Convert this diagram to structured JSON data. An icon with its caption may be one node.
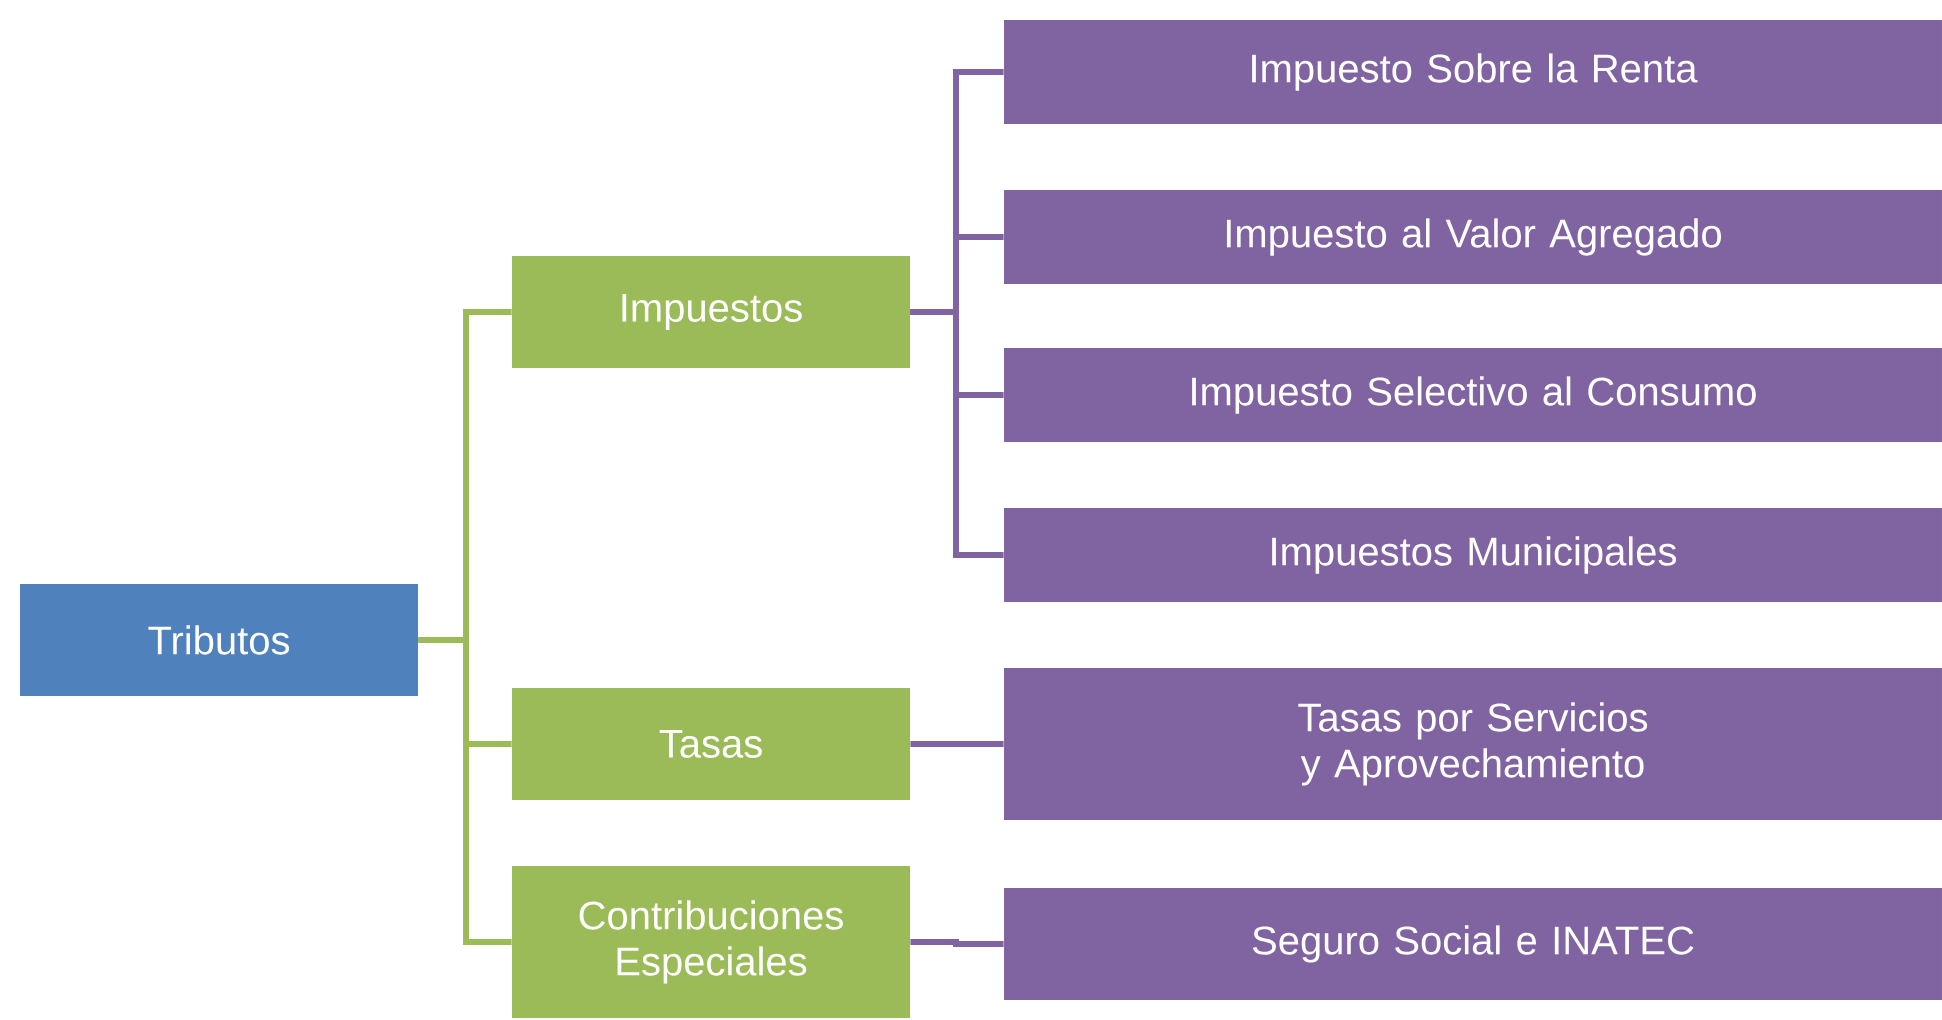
{
  "diagram": {
    "nodes": [
      {
        "text": [
          "Tributos"
        ]
      },
      {
        "text": [
          "Impuestos"
        ]
      },
      {
        "text": [
          "Tasas"
        ]
      },
      {
        "text": [
          "Contribuciones Especiales"
        ]
      },
      {
        "text": [
          "Impuesto Sobre la Renta"
        ]
      },
      {
        "text": [
          "Impuesto al Valor Agregado"
        ]
      },
      {
        "text": [
          "Impuesto Selectivo al Consumo"
        ]
      },
      {
        "text": [
          "Impuestos Municipales"
        ]
      },
      {
        "text": [
          "Tasas por Servicios y Aprovechamiento"
        ]
      },
      {
        "text": [
          "Seguro Social e INATEC"
        ]
      }
    ],
    "edges": [
      {
        "from": 0,
        "to": 1,
        "arrow": "none",
        "color": "#9bbb59"
      },
      {
        "from": 0,
        "to": 2,
        "arrow": "none",
        "color": "#9bbb59"
      },
      {
        "from": 0,
        "to": 3,
        "arrow": "none",
        "color": "#9bbb59"
      },
      {
        "from": 1,
        "to": 4,
        "arrow": "none"
      },
      {
        "from": 1,
        "to": 5,
        "arrow": "none"
      },
      {
        "from": 1,
        "to": 6,
        "arrow": "none"
      },
      {
        "from": 1,
        "to": 7,
        "arrow": "none"
      },
      {
        "from": 2,
        "to": 8,
        "arrow": "none"
      },
      {
        "from": 3,
        "to": 9,
        "arrow": "none"
      }
    ]
  }
}
